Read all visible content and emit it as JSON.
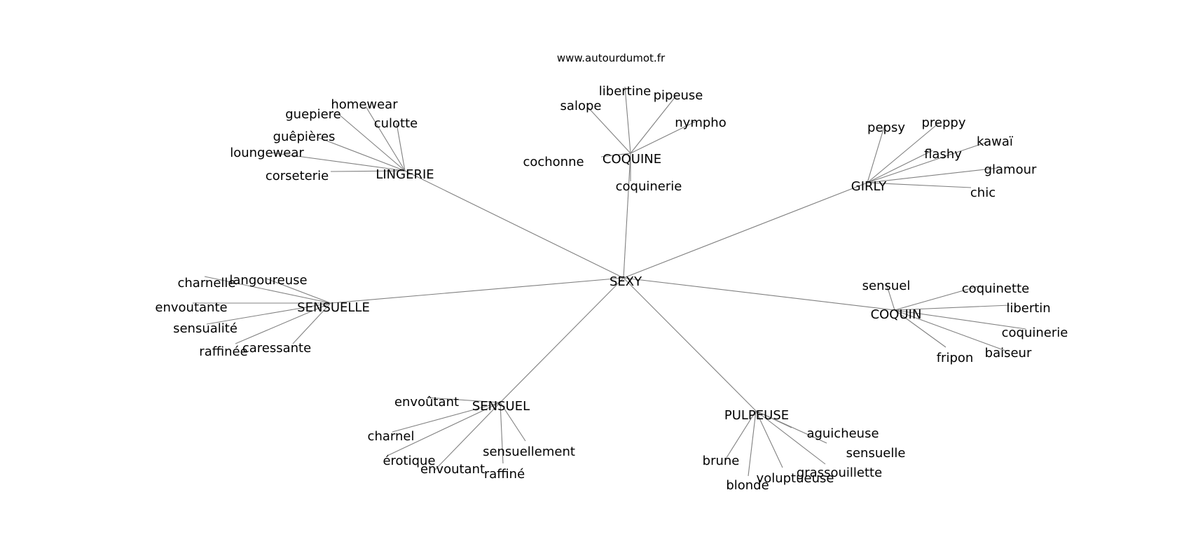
{
  "site": "www.autourdumot.fr",
  "center": "SEXY",
  "groups": [
    {
      "hub": "LINGERIE",
      "leaves": [
        "homewear",
        "guepiere",
        "culotte",
        "guêpières",
        "loungewear",
        "corseterie"
      ]
    },
    {
      "hub": "COQUINE",
      "leaves": [
        "libertine",
        "salope",
        "pipeuse",
        "nympho",
        "cochonne",
        "coquinerie"
      ]
    },
    {
      "hub": "GIRLY",
      "leaves": [
        "pepsy",
        "preppy",
        "kawaï",
        "flashy",
        "glamour",
        "chic"
      ]
    },
    {
      "hub": "SENSUELLE",
      "leaves": [
        "charnelle",
        "langoureuse",
        "envoutante",
        "sensualité",
        "raffinée",
        "caressante"
      ]
    },
    {
      "hub": "COQUIN",
      "leaves": [
        "sensuel",
        "coquinette",
        "libertin",
        "coquinerie",
        "fripon",
        "baiseur"
      ]
    },
    {
      "hub": "SENSUEL",
      "leaves": [
        "envoûtant",
        "charnel",
        "érotique",
        "envoutant",
        "raffiné",
        "sensuellement"
      ]
    },
    {
      "hub": "PULPEUSE",
      "leaves": [
        "aguicheuse",
        "sensuelle",
        "brune",
        "blonde",
        "voluptueuse",
        "grassouillette"
      ]
    }
  ]
}
